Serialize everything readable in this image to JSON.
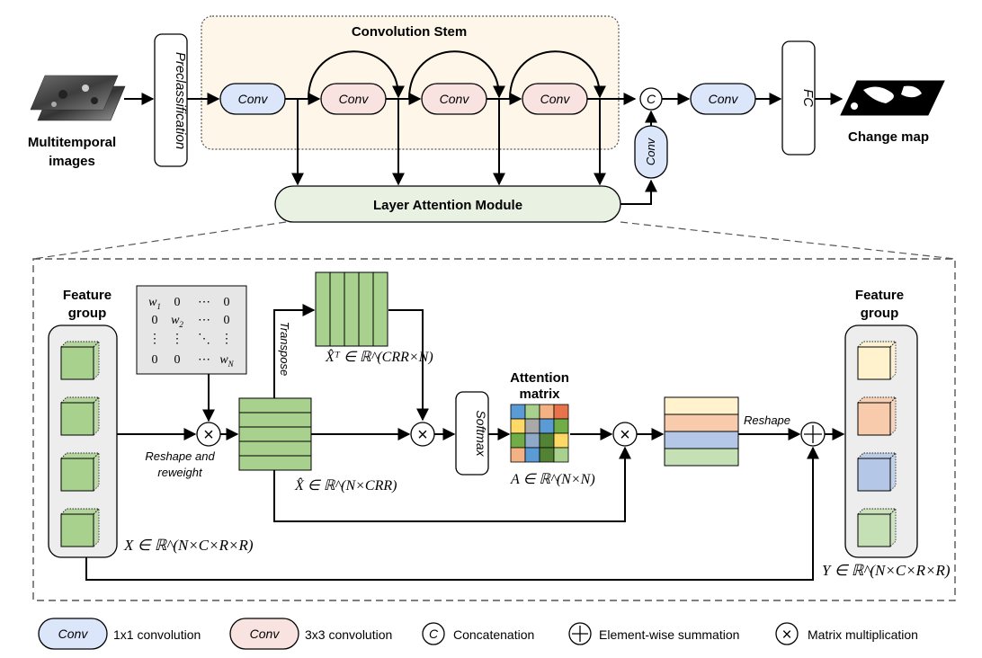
{
  "top": {
    "stem_title": "Convolution Stem",
    "input_label_1": "Multitemporal",
    "input_label_2": "images",
    "preclassification": "Preclassification",
    "conv": "Conv",
    "concat": "C",
    "fc": "FC",
    "output_label": "Change map",
    "lam": "Layer Attention Module"
  },
  "lam_detail": {
    "feature_group_1": "Feature",
    "feature_group_2": "group",
    "matrix_rows": [
      [
        "w1",
        "0",
        "⋯",
        "0"
      ],
      [
        "0",
        "w2",
        "⋯",
        "0"
      ],
      [
        "⋮",
        "⋮",
        "⋱",
        "⋮"
      ],
      [
        "0",
        "0",
        "⋯",
        "wN"
      ]
    ],
    "reshape_reweight_1": "Reshape and",
    "reshape_reweight_2": "reweight",
    "transpose": "Transpose",
    "xhat_t": "X̂ᵀ ∈ ℝ^(CRR×N)",
    "xhat": "X̂ ∈ ℝ^(N×CRR)",
    "softmax": "Softmax",
    "attention_1": "Attention",
    "attention_2": "matrix",
    "a_label": "A ∈ ℝ^(N×N)",
    "reshape": "Reshape",
    "x_label": "X ∈ ℝ^(N×C×R×R)",
    "y_label": "Y ∈ ℝ^(N×C×R×R)",
    "attention_grid_colors": [
      [
        "#5b9bd5",
        "#a9d18e",
        "#f4b183",
        "#e8734a"
      ],
      [
        "#ffd966",
        "#a9a9a9",
        "#5b9bd5",
        "#70ad47"
      ],
      [
        "#70ad47",
        "#8fa9c8",
        "#548235",
        "#ffd966"
      ],
      [
        "#f4b183",
        "#5b9bd5",
        "#548235",
        "#a9d18e"
      ]
    ]
  },
  "legend": [
    {
      "symbol": "Conv",
      "label": "1x1 convolution"
    },
    {
      "symbol": "Conv",
      "label": "3x3 convolution"
    },
    {
      "symbol": "C",
      "label": "Concatenation"
    },
    {
      "symbol": "⊕",
      "label": "Element-wise summation"
    },
    {
      "symbol": "⊗",
      "label": "Matrix multiplication"
    }
  ],
  "colors": {
    "conv1x1_fill": "#dbe6fa",
    "conv3x3_fill": "#f9e3e1",
    "stem_fill": "#fdf6e9",
    "lam_fill": "#e8f1e2",
    "feature_green": "#a9d18e",
    "out_yellow": "#fff2cc",
    "out_orange": "#f8cbad",
    "out_blue": "#b4c7e7",
    "out_green": "#c5e0b4"
  }
}
